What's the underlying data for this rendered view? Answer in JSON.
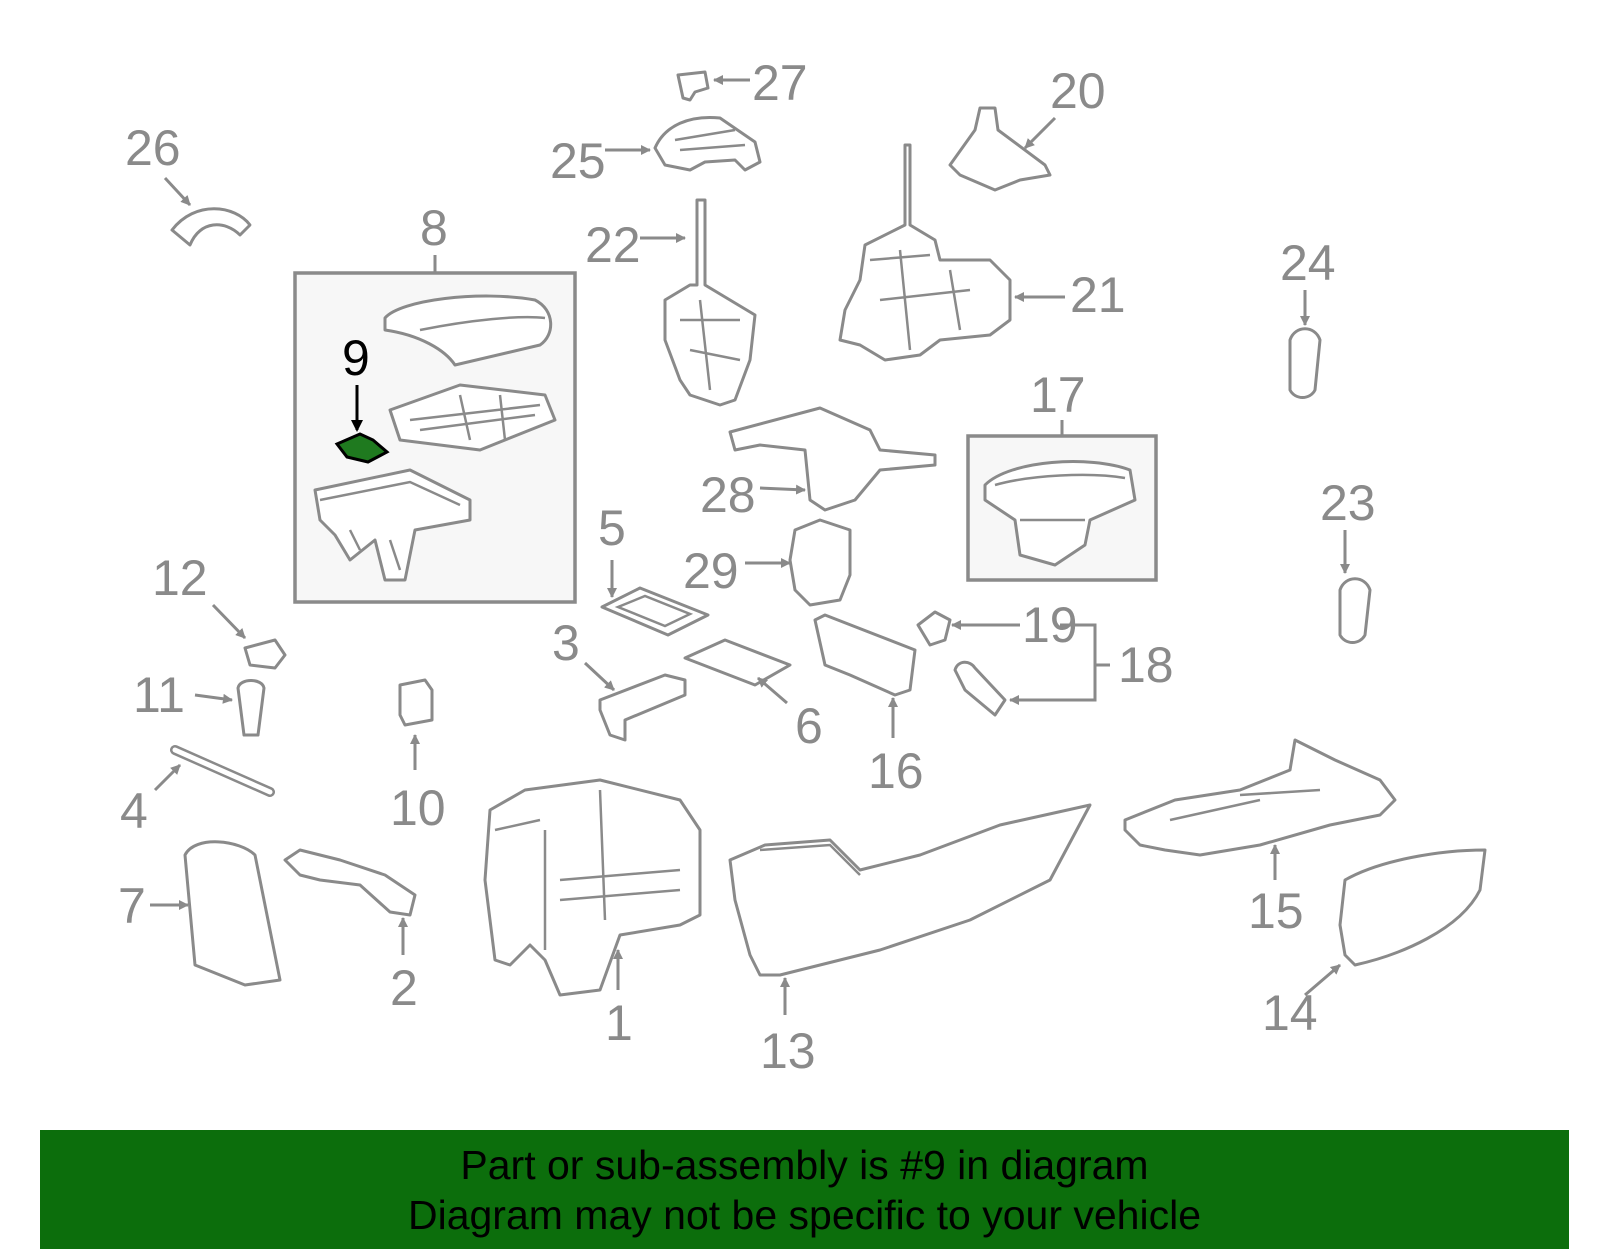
{
  "diagram": {
    "highlight_color": "#1f7a1f",
    "line_color": "#8a8a8a",
    "labels": [
      "1",
      "2",
      "3",
      "4",
      "5",
      "6",
      "7",
      "8",
      "9",
      "10",
      "11",
      "12",
      "13",
      "14",
      "15",
      "16",
      "17",
      "18",
      "19",
      "20",
      "21",
      "22",
      "23",
      "24",
      "25",
      "26",
      "27",
      "28",
      "29"
    ],
    "highlighted_label": "9"
  },
  "banner": {
    "background": "#0c6e0c",
    "line1": "Part or sub-assembly is #9 in diagram",
    "line2": "Diagram may not be specific to your vehicle"
  }
}
